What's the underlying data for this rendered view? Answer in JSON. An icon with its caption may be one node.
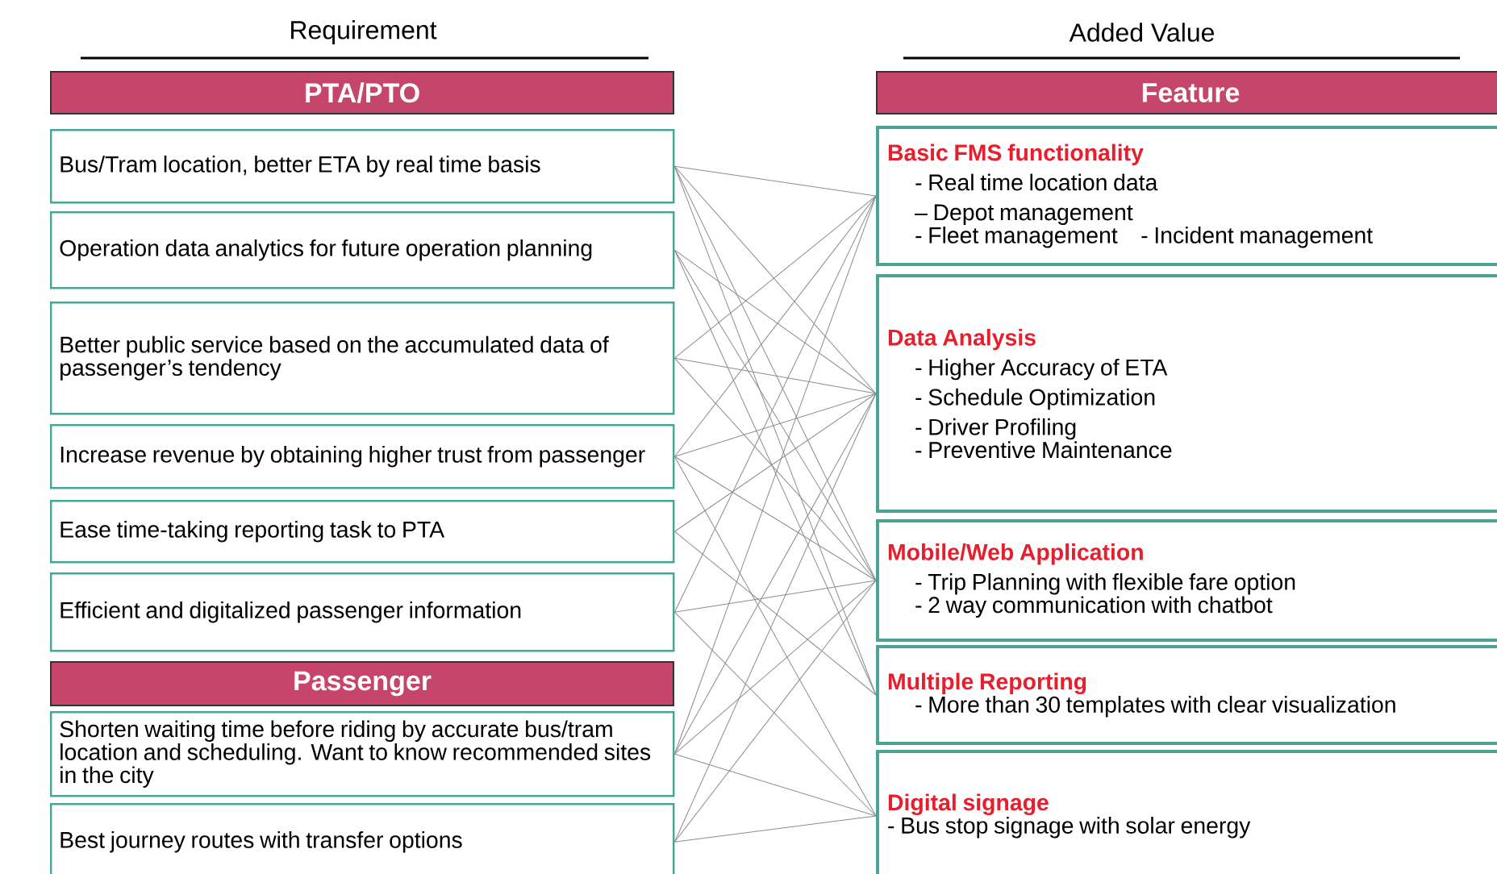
{
  "diagram": {
    "nodes": [
      {
        "text": [
          "PTA/PTO"
        ]
      },
      {
        "text": [
          "Bus/Tram location, better ETA by real time basis"
        ]
      },
      {
        "text": [
          "Operation data analytics for future operation planning"
        ]
      },
      {
        "text": [
          "Better public service based on the accumulated data of passenger’s tendency"
        ]
      },
      {
        "text": [
          "Increase revenue by obtaining higher trust from passenger"
        ]
      },
      {
        "text": [
          "Ease time-taking reporting task to PTA"
        ]
      },
      {
        "text": [
          "Efficient and digitalized passenger information"
        ]
      },
      {
        "text": [
          "Passenger"
        ]
      },
      {
        "text": [
          "Shorten waiting time before riding by accurate bus/tram location and scheduling. Want to know recommended sites in the city"
        ]
      },
      {
        "text": [
          "Best journey routes with transfer options"
        ]
      },
      {
        "text": [
          "Feature"
        ]
      },
      {
        "text": [
          "Basic FMS functionality",
          "- Real time location data",
          "– Depot management",
          "- Fleet management",
          "- Incident management"
        ]
      },
      {
        "text": [
          "Data Analysis",
          "- Higher Accuracy of ETA",
          "- Schedule Optimization",
          "- Driver Profiling",
          "- Preventive Maintenance"
        ]
      },
      {
        "text": [
          "Mobile/Web Application",
          "- Trip Planning with flexible fare option",
          "- 2 way communication with chatbot"
        ]
      },
      {
        "text": [
          "Multiple Reporting",
          "- More than 30 templates with clear visualization"
        ]
      },
      {
        "text": [
          "Digital signage",
          "- Bus stop signage with solar energy"
        ]
      }
    ],
    "edges": [
      {
        "from": 1,
        "to": 11,
        "arrow": "none"
      },
      {
        "from": 1,
        "to": 12,
        "arrow": "none"
      },
      {
        "from": 1,
        "to": 13,
        "arrow": "none"
      },
      {
        "from": 1,
        "to": 14,
        "arrow": "none"
      },
      {
        "from": 2,
        "to": 12,
        "arrow": "none"
      },
      {
        "from": 2,
        "to": 13,
        "arrow": "none"
      },
      {
        "from": 2,
        "to": 14,
        "arrow": "none"
      },
      {
        "from": 3,
        "to": 11,
        "arrow": "none"
      },
      {
        "from": 3,
        "to": 12,
        "arrow": "none"
      },
      {
        "from": 3,
        "to": 13,
        "arrow": "none"
      },
      {
        "from": 4,
        "to": 11,
        "arrow": "none"
      },
      {
        "from": 4,
        "to": 12,
        "arrow": "none"
      },
      {
        "from": 4,
        "to": 13,
        "arrow": "none"
      },
      {
        "from": 4,
        "to": 15,
        "arrow": "none"
      },
      {
        "from": 5,
        "to": 12,
        "arrow": "none"
      },
      {
        "from": 5,
        "to": 14,
        "arrow": "none"
      },
      {
        "from": 6,
        "to": 11,
        "arrow": "none"
      },
      {
        "from": 6,
        "to": 13,
        "arrow": "none"
      },
      {
        "from": 6,
        "to": 15,
        "arrow": "none"
      },
      {
        "from": 8,
        "to": 11,
        "arrow": "none"
      },
      {
        "from": 8,
        "to": 12,
        "arrow": "none"
      },
      {
        "from": 8,
        "to": 13,
        "arrow": "none"
      },
      {
        "from": 8,
        "to": 15,
        "arrow": "none"
      },
      {
        "from": 9,
        "to": 12,
        "arrow": "none"
      },
      {
        "from": 9,
        "to": 13,
        "arrow": "none"
      },
      {
        "from": 9,
        "to": 15,
        "arrow": "none"
      }
    ],
    "labels": [
      "Requirement",
      "Added Value"
    ]
  }
}
